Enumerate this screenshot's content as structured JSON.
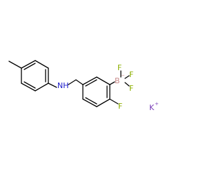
{
  "molecule": {
    "atoms": {
      "nh": "NH",
      "f_ring": "F",
      "b": "B",
      "b_minus": "−",
      "f_b_top": "F",
      "f_b_upper": "F",
      "f_b_lower": "F",
      "k": "K",
      "k_plus": "+"
    },
    "colors": {
      "bond": "#000000",
      "nitrogen": "#1a1acc",
      "fluorine": "#8db000",
      "boron": "#c98a8a",
      "potassium": "#7a3fb8"
    }
  }
}
